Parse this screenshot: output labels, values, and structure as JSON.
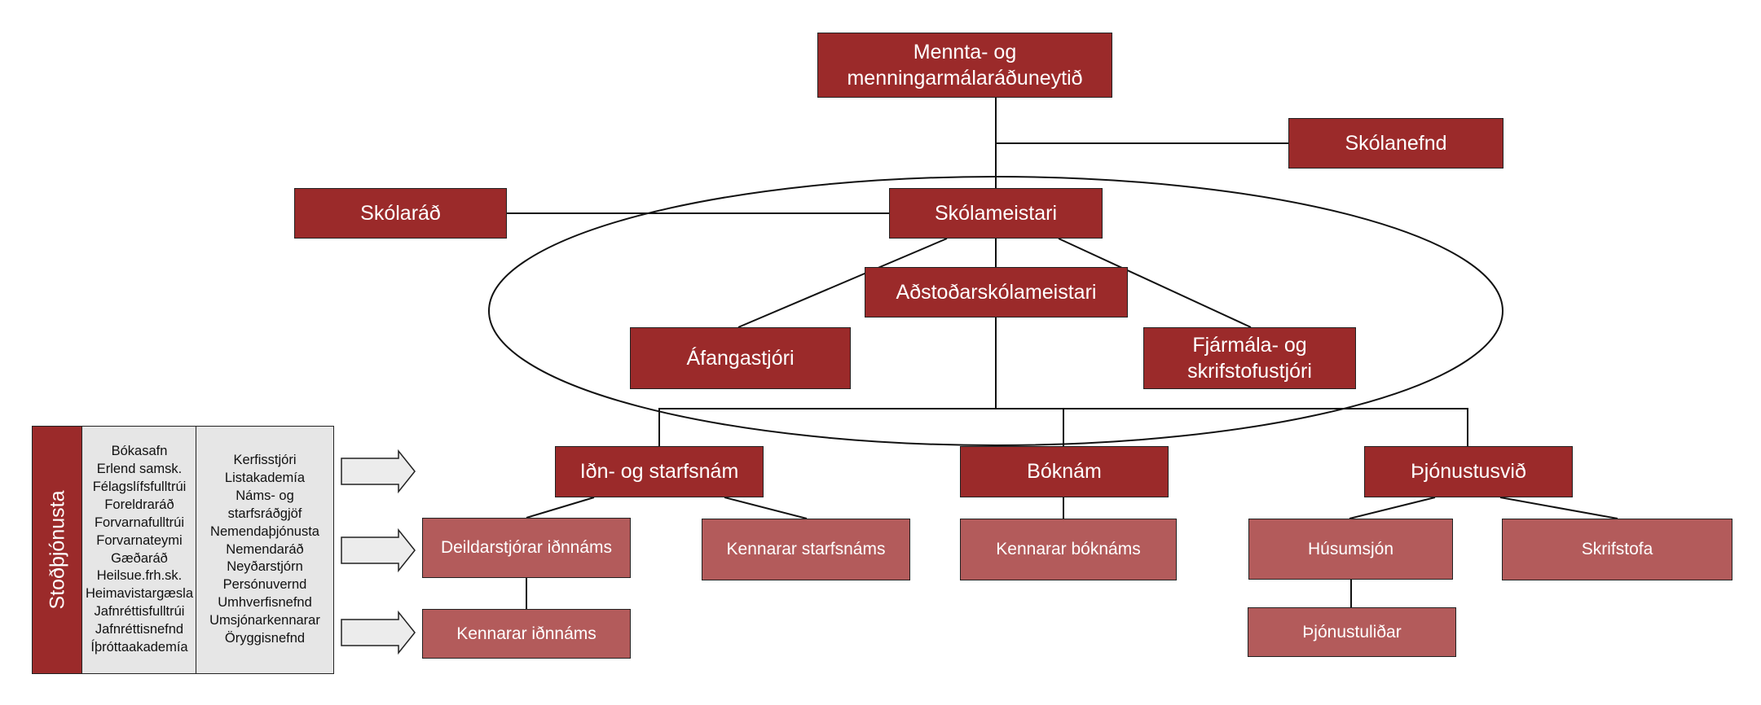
{
  "colors": {
    "dark_box": "#9b2a2a",
    "light_box": "#b35b5b",
    "list_bg": "#e6e6e6",
    "line": "#111111"
  },
  "nodes": {
    "ministry": "Mennta- og menningarmálaráðuneytið",
    "school_committee": "Skólanefnd",
    "school_council": "Skólaráð",
    "headmaster": "Skólameistari",
    "deputy_headmaster": "Aðstoðarskólameistari",
    "course_manager": "Áfangastjóri",
    "finance_office_manager": "Fjármála- og skrifstofustjóri",
    "vocational": "Iðn- og starfsnám",
    "academic": "Bóknám",
    "service": "Þjónustusvið",
    "vocational_dept_heads": "Deildarstjórar iðnnáms",
    "vocational_teachers": "Kennarar starfsnáms",
    "trade_teachers": "Kennarar iðnnáms",
    "academic_teachers": "Kennarar bóknáms",
    "housekeeping": "Húsumsjón",
    "office": "Skrifstofa",
    "service_staff": "Þjónustuliðar"
  },
  "support": {
    "title": "Stoðþjónusta",
    "list1": [
      "Bókasafn",
      "Erlend samsk.",
      "Félagslífsfulltrúi",
      "Foreldraráð",
      "Forvarnafulltrúi",
      "Forvarnateymi",
      "Gæðaráð",
      "Heilsue.frh.sk.",
      "Heimavistargæsla",
      "Jafnréttisfulltrúi",
      "Jafnréttisnefnd",
      "Íþróttaakademía"
    ],
    "list2": [
      "Kerfisstjóri",
      "Listakademía",
      "Náms- og",
      "starfsráðgjöf",
      "Nemendaþjónusta",
      "Nemendaráð",
      "Neyðarstjórn",
      "Persónuvernd",
      "Umhverfisnefnd",
      "Umsjónarkennarar",
      "Öryggisnefnd"
    ]
  }
}
